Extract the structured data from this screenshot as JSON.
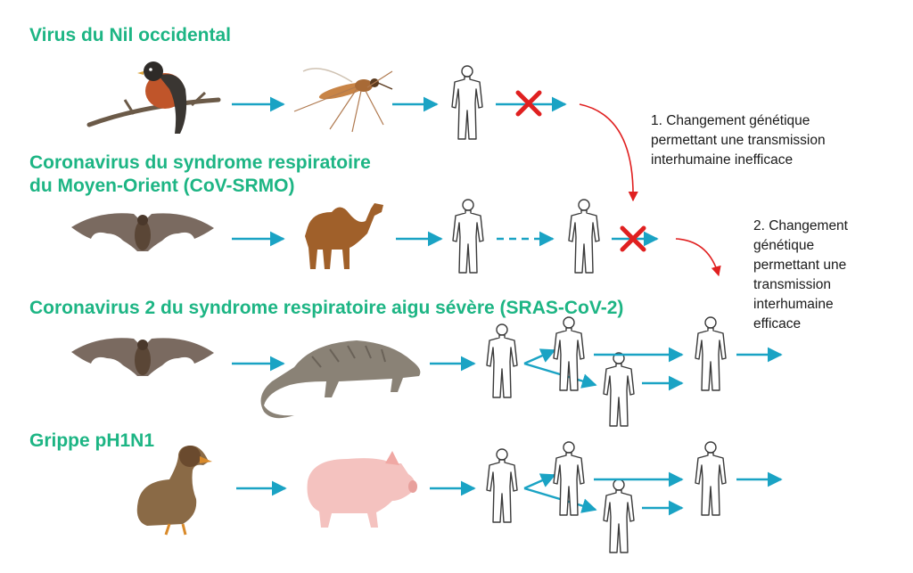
{
  "sections": [
    {
      "title": "Virus du Nil occidental",
      "chain": [
        "robin-icon",
        "mosquito-icon",
        "human-icon"
      ]
    },
    {
      "title_line1": "Coronavirus du syndrome respiratoire",
      "title_line2": "du Moyen-Orient (CoV-SRMO)",
      "chain": [
        "bat-icon",
        "camel-icon",
        "human-icon",
        "human-icon"
      ]
    },
    {
      "title": "Coronavirus 2 du syndrome respiratoire aigu sévère (SRAS-CoV-2)",
      "chain": [
        "bat-icon",
        "pangolin-icon",
        "human-icon"
      ]
    },
    {
      "title": "Grippe pH1N1",
      "chain": [
        "duck-icon",
        "pig-icon",
        "human-icon"
      ]
    }
  ],
  "notes": {
    "note1": [
      "1. Changement génétique",
      "permettant une transmission",
      "interhumaine inefficace"
    ],
    "note2": [
      "2. Changement",
      "génétique",
      "permettant une",
      "transmission",
      "interhumaine",
      "efficace"
    ]
  },
  "colors": {
    "title": "#1db584",
    "arrow": "#1aa3c4",
    "red": "#e02020",
    "human_stroke": "#3a3a3a"
  }
}
